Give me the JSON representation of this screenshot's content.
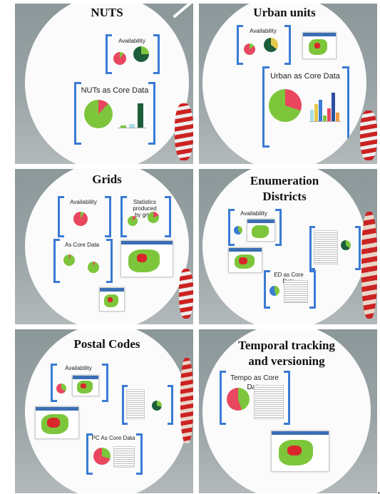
{
  "panels": [
    {
      "id": "nuts",
      "title": "NUTS",
      "labels": [
        "Availability",
        "NUTs as Core Data"
      ]
    },
    {
      "id": "urban",
      "title": "Urban units",
      "labels": [
        "Availability",
        "Urban as Core Data"
      ]
    },
    {
      "id": "grids",
      "title": "Grids",
      "labels": [
        "Availability",
        "Statistics produced\nby grids",
        "As Core Data"
      ]
    },
    {
      "id": "enum",
      "title": "Enumeration\nDistricts",
      "labels": [
        "Availability",
        "ED as Core Data"
      ]
    },
    {
      "id": "postal",
      "title": "Postal Codes",
      "labels": [
        "Availability",
        "PC As Core Data"
      ]
    },
    {
      "id": "temporal",
      "title": "Temporal tracking\nand versioning",
      "labels": [
        "Tempo as Core Data"
      ]
    }
  ],
  "colors": {
    "bracket": "#3a7bd5",
    "green": "#7dc63b",
    "pink": "#e8475f",
    "darkgreen": "#1d5e3a",
    "yellow": "#e6c84a",
    "map_red": "#d9262b"
  }
}
